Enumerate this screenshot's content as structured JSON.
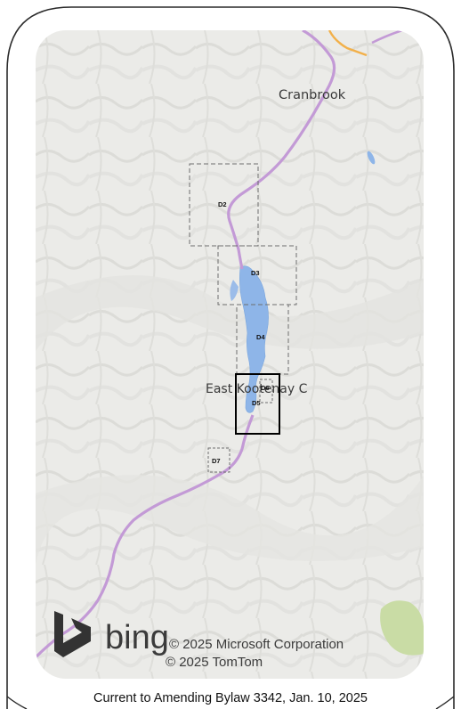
{
  "map": {
    "cities": [
      {
        "name": "Cranbrook"
      },
      {
        "name": "East Kootenay C"
      }
    ],
    "districts": [
      {
        "label": "D2",
        "style": "dashed"
      },
      {
        "label": "D3",
        "style": "dashed"
      },
      {
        "label": "D4",
        "style": "dashed"
      },
      {
        "label": "D5",
        "style": "solid-highlight"
      },
      {
        "label": "D6",
        "style": "dashed"
      },
      {
        "label": "D7",
        "style": "dashed"
      }
    ],
    "attribution": {
      "brand": "bing",
      "line1": "© 2025 Microsoft Corporation",
      "line2": "© 2025 TomTom"
    },
    "colors": {
      "terrain": "#e9e9e6",
      "highway": "#c39ad6",
      "water": "#8eb5e8",
      "park": "#c9dca5",
      "boundary": "#6e6e6e",
      "highlight": "#000000"
    }
  },
  "caption": "Current to Amending Bylaw 3342, Jan. 10, 2025"
}
